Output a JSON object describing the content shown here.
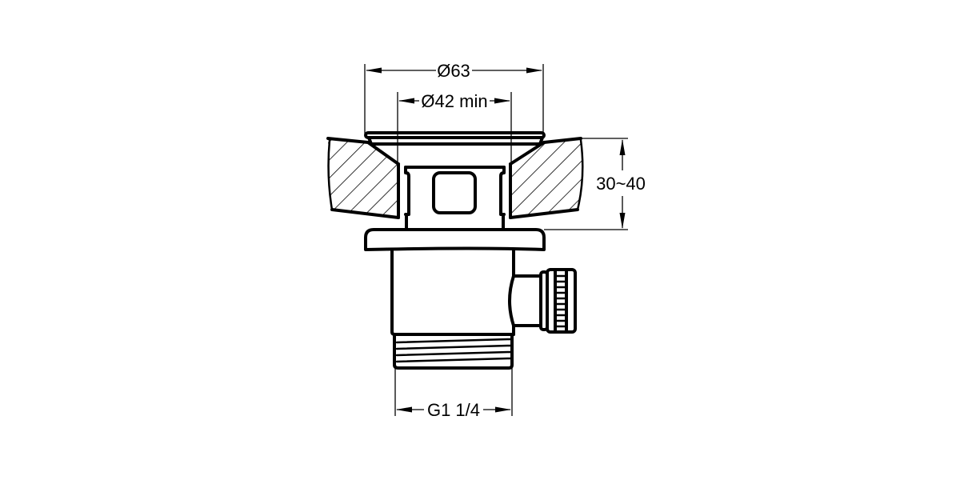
{
  "drawing": {
    "type": "technical-drawing",
    "subject": "pop-up waste valve with overflow connection, sectioned countertop",
    "line_color": "#000000",
    "background": "#ffffff"
  },
  "dimensions": {
    "outer_diameter": {
      "label": "Ø63"
    },
    "hole_diameter": {
      "label": "Ø42 min"
    },
    "countertop_thickness": {
      "label": "30~40"
    },
    "thread_size": {
      "label": "G1 1/4"
    }
  }
}
